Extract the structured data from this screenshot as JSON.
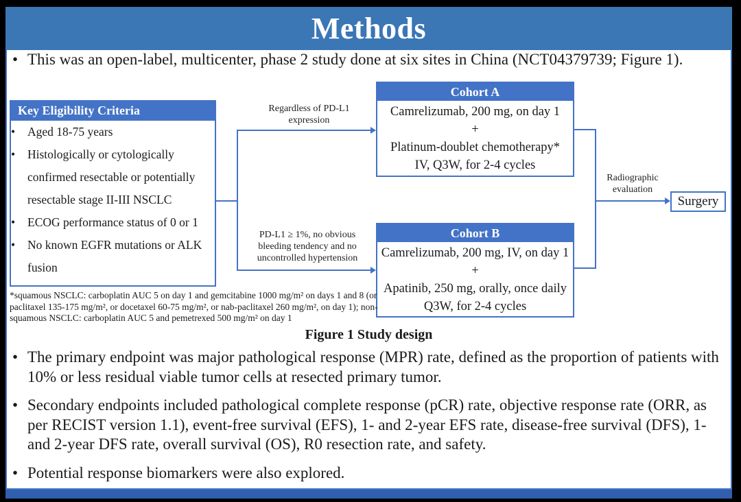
{
  "slide": {
    "title": "Methods",
    "colors": {
      "title_bar": "#3B76B5",
      "panel_header": "#4373C6",
      "connector": "#4473C5",
      "bottom_bar": "#2F5FAE",
      "background": "#FFFFFF",
      "frame": "#000000"
    },
    "bullets_top": [
      "This was an open-label, multicenter, phase 2 study done at six sites in China (NCT04379739; Figure 1)."
    ],
    "figure": {
      "eligibility": {
        "header": "Key Eligibility Criteria",
        "items": [
          "Aged 18-75 years",
          "Histologically or cytologically confirmed resectable or potentially resectable stage II-III NSCLC",
          "ECOG performance status of 0 or 1",
          "No known EGFR mutations or ALK fusion"
        ]
      },
      "branch_labels": {
        "top": "Regardless of PD-L1 expression",
        "bottom": "PD-L1 ≥ 1%, no obvious bleeding tendency and no uncontrolled hypertension"
      },
      "cohort_a": {
        "header": "Cohort A",
        "lines": [
          "Camrelizumab, 200 mg, on day 1",
          "+",
          "Platinum-doublet chemotherapy*",
          "IV, Q3W, for 2-4 cycles"
        ]
      },
      "cohort_b": {
        "header": "Cohort B",
        "lines": [
          "Camrelizumab, 200 mg, IV, on day 1",
          "+",
          "Apatinib, 250 mg, orally, once daily",
          "Q3W, for 2-4 cycles"
        ]
      },
      "radiographic_label": "Radiographic evaluation",
      "surgery_label": "Surgery",
      "footnote": "*squamous NSCLC: carboplatin AUC 5 on day 1 and gemcitabine 1000 mg/m² on days 1 and 8 (or paclitaxel 135-175 mg/m², or docetaxel 60-75 mg/m², or nab-paclitaxel 260 mg/m², on day 1); non-squamous NSCLC: carboplatin AUC 5 and pemetrexed 500 mg/m² on day 1",
      "caption": "Figure 1 Study design"
    },
    "bullets_bottom": [
      "The primary endpoint was major pathological response (MPR) rate, defined as the proportion of patients with 10% or less residual viable tumor cells at resected primary tumor.",
      "Secondary endpoints included pathological complete response (pCR) rate, objective response rate (ORR, as per RECIST version 1.1), event-free survival (EFS), 1- and 2-year EFS rate, disease-free survival (DFS), 1- and 2-year DFS rate, overall survival (OS), R0 resection rate, and safety.",
      "Potential response biomarkers were also explored."
    ]
  }
}
